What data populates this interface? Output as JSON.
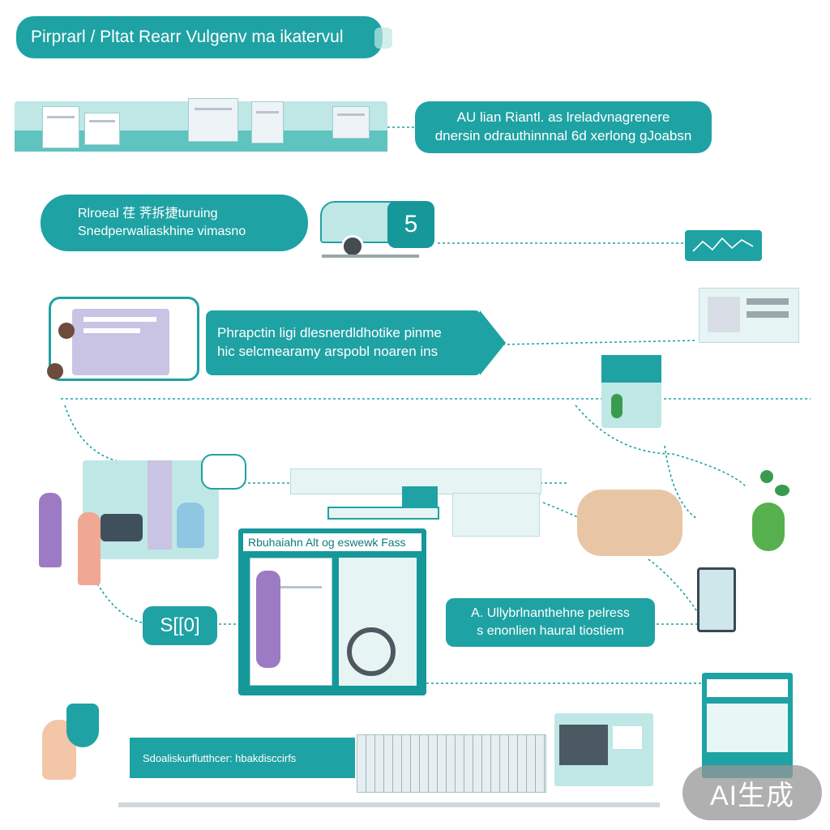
{
  "header": {
    "title": "Pirprarl / Pltat Rearr Vulgenv ma ikatervul"
  },
  "steps": [
    {
      "lines": [
        "AU lian Riantl. as lreladvnagrenere",
        "dnersin odrauthinnnal 6d xerlong gJoabsn"
      ]
    },
    {
      "lines": [
        "Rlroeal 荏 荠拆捷turuing",
        "Snedperwaliaskhine vimasno"
      ],
      "badge": "5"
    },
    {
      "lines": [
        "Phrapctin ligi dlesnerdldhotike pinme",
        "hic selcmearamy arspobl noaren ins"
      ]
    },
    {
      "title": "Rbuhaiahn Alt og eswewk Fass"
    },
    {
      "lines": [
        "A. Ullybrlnanthehne pelress",
        "s enonlien haural tiostiem"
      ]
    },
    {
      "badge": "S[[0]"
    },
    {
      "banner": "Sdoaliskurflutthcer: hbakdisccirfs"
    }
  ],
  "icons": [
    "document-icon",
    "truck-icon",
    "chart-icon",
    "plant-icon",
    "person-icon",
    "computer-icon"
  ],
  "watermark": {
    "label": "AI生成"
  },
  "colors": {
    "teal": "#1fa2a4",
    "mint": "#bfe7e5",
    "lavender": "#c9c3e4"
  }
}
